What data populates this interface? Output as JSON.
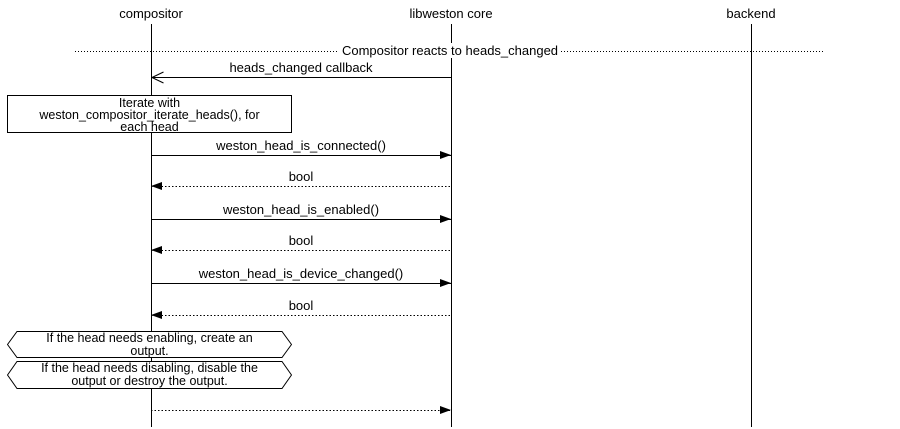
{
  "diagram": {
    "title_area": "",
    "participants": [
      {
        "name": "compositor"
      },
      {
        "name": "libweston core"
      },
      {
        "name": "backend"
      }
    ],
    "divider": {
      "label": "Compositor reacts to heads_changed"
    },
    "messages": [
      {
        "label": "heads_changed callback",
        "from": "libweston core",
        "to": "compositor",
        "line": "solid",
        "head": "open",
        "direction": "left"
      },
      {
        "label": "weston_head_is_connected()",
        "from": "compositor",
        "to": "libweston core",
        "line": "solid",
        "head": "filled",
        "direction": "right"
      },
      {
        "label": "bool",
        "from": "libweston core",
        "to": "compositor",
        "line": "dotted",
        "head": "filled",
        "direction": "left"
      },
      {
        "label": "weston_head_is_enabled()",
        "from": "compositor",
        "to": "libweston core",
        "line": "solid",
        "head": "filled",
        "direction": "right"
      },
      {
        "label": "bool",
        "from": "libweston core",
        "to": "compositor",
        "line": "dotted",
        "head": "filled",
        "direction": "left"
      },
      {
        "label": "weston_head_is_device_changed()",
        "from": "compositor",
        "to": "libweston core",
        "line": "solid",
        "head": "filled",
        "direction": "right"
      },
      {
        "label": "bool",
        "from": "libweston core",
        "to": "compositor",
        "line": "dotted",
        "head": "filled",
        "direction": "left"
      },
      {
        "label": "",
        "from": "compositor",
        "to": "libweston core",
        "line": "dotted",
        "head": "filled",
        "direction": "right"
      }
    ],
    "notes": [
      {
        "shape": "box",
        "lines": [
          "Iterate with",
          "weston_compositor_iterate_heads(), for",
          "each head"
        ]
      },
      {
        "shape": "hexagon",
        "lines": [
          "If the head needs enabling, create an",
          "output."
        ]
      },
      {
        "shape": "hexagon",
        "lines": [
          "If the head needs disabling, disable the",
          "output or destroy the output."
        ]
      }
    ],
    "colors": {
      "line": "#000000",
      "background": "#ffffff"
    }
  }
}
